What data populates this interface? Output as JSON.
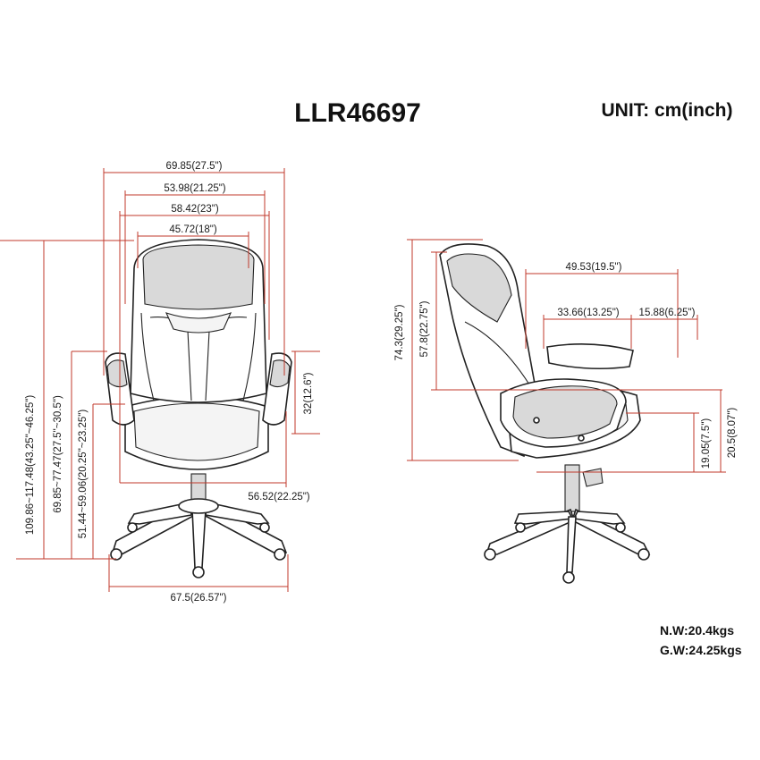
{
  "header": {
    "model": "LLR46697",
    "unit": "UNIT: cm(inch)"
  },
  "front_view": {
    "dims": {
      "overall_width": "69.85(27.5\")",
      "back_width": "53.98(21.25\")",
      "arm_width": "58.42(23\")",
      "seat_width": "45.72(18\")",
      "overall_height": "109.86~117.48(43.25\"~46.25\")",
      "arm_height": "69.85~77.47(27.5\"~30.5\")",
      "seat_height": "51.44~59.06(20.25\"~23.25\")",
      "back_height": "32(12.6\")",
      "seat_depth_front": "56.52(22.25\")",
      "base_width": "67.5(26.57\")"
    }
  },
  "side_view": {
    "dims": {
      "total_height": "74.3(29.25\")",
      "back_height": "57.8(22.75\")",
      "depth": "49.53(19.5\")",
      "seat_depth": "33.66(13.25\")",
      "arm_depth": "15.88(6.25\")",
      "arm_to_seat": "19.05(7.5\")",
      "arm_height": "20.5(8.07\")"
    }
  },
  "footer": {
    "net_weight": "N.W:20.4kgs",
    "gross_weight": "G.W:24.25kgs"
  },
  "colors": {
    "dimension_line": "#c0392b",
    "outline": "#222222"
  }
}
